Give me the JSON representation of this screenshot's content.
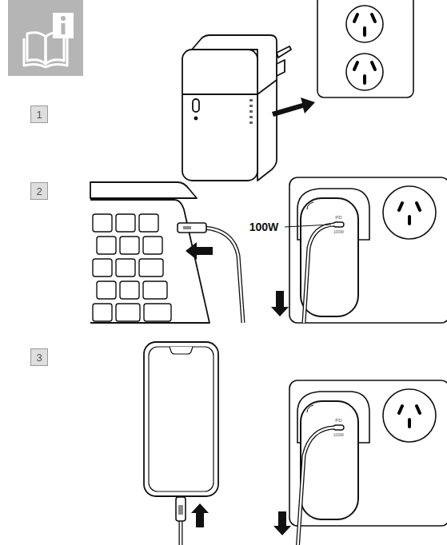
{
  "diagram": {
    "nodes": [
      {
        "text": [
          "1"
        ]
      },
      {
        "text": [
          "2"
        ]
      },
      {
        "text": [
          "3"
        ]
      }
    ],
    "labels": [
      "100W",
      "PD",
      "100W",
      "PD",
      "100W"
    ]
  }
}
